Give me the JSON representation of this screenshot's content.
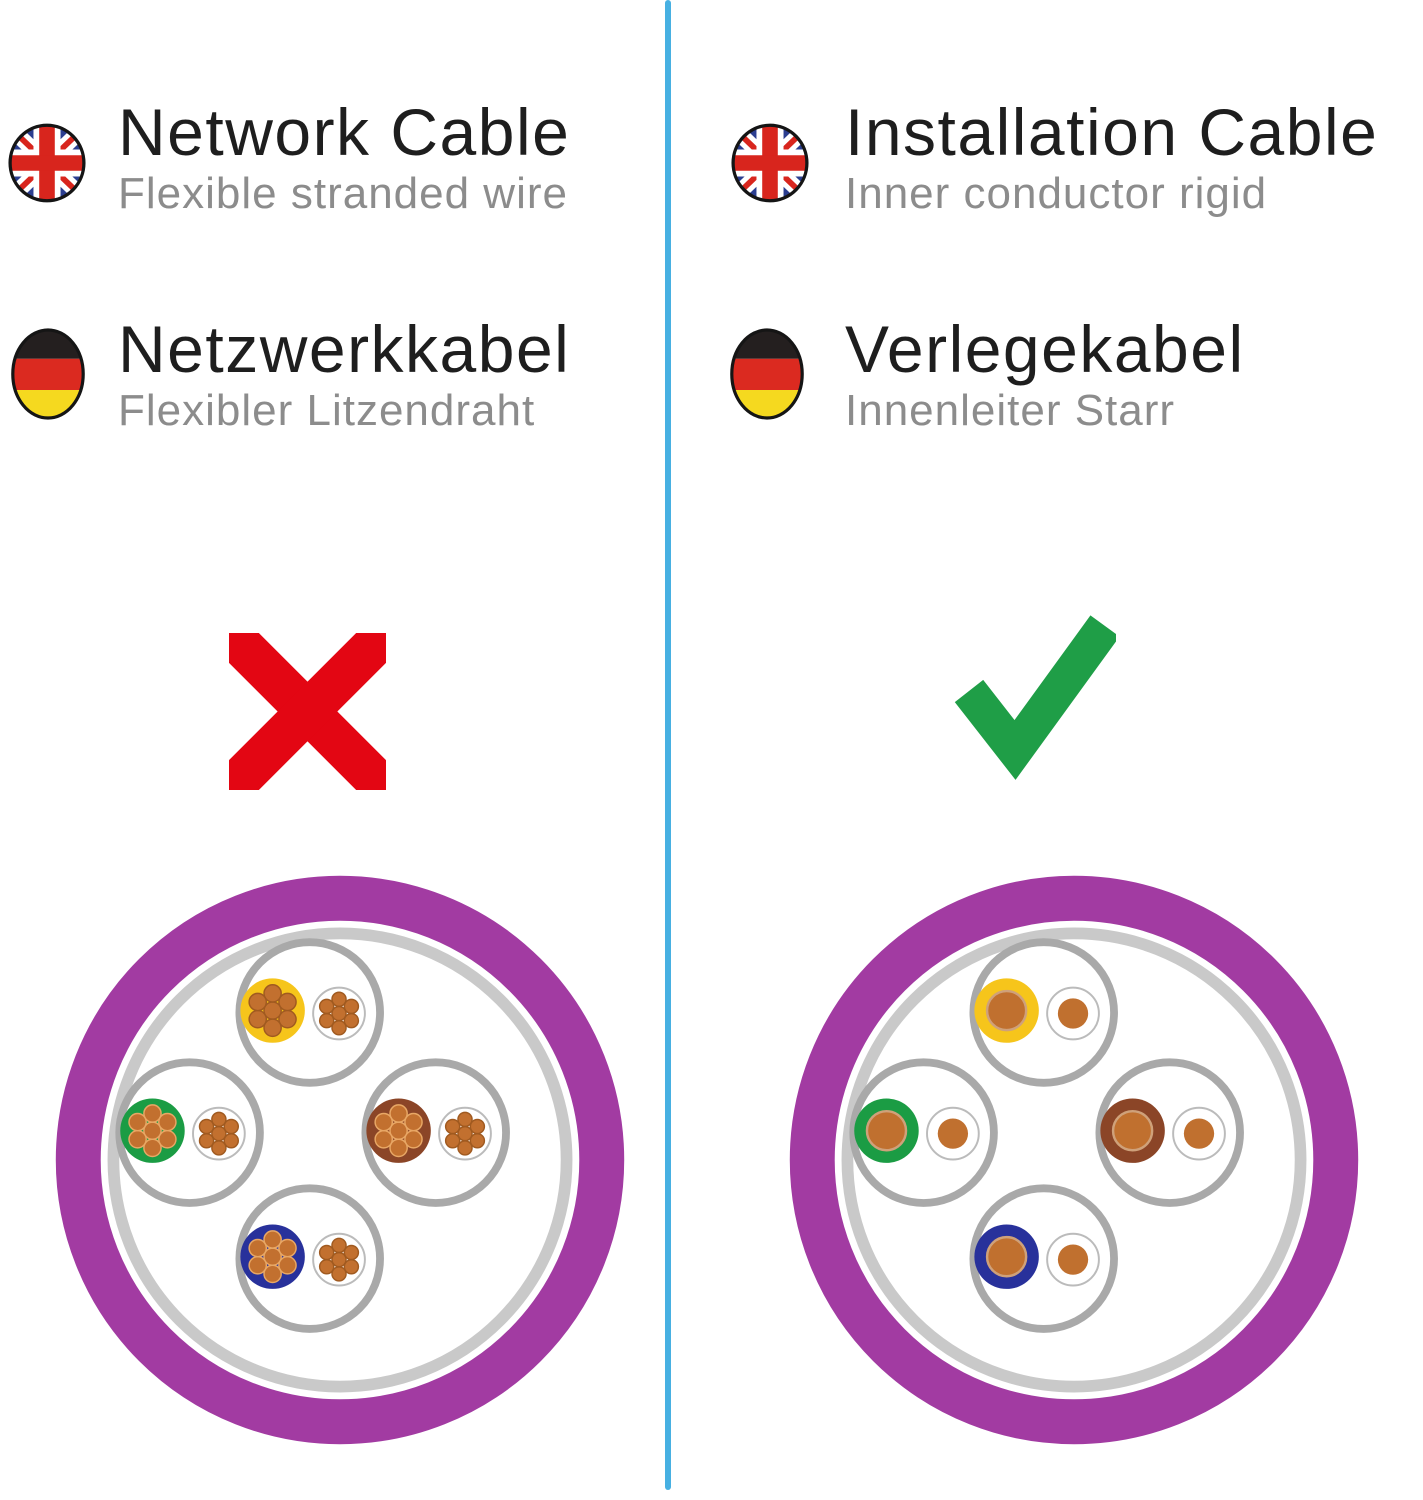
{
  "divider": {
    "color": "#47B0E2"
  },
  "text_colors": {
    "title": "#1E1E1E",
    "subtitle": "#8C8C8C"
  },
  "columns": {
    "left": {
      "en": {
        "title": "Network Cable",
        "subtitle": "Flexible stranded wire"
      },
      "de": {
        "title": "Netzwerkkabel",
        "subtitle": "Flexibler Litzendraht"
      },
      "verdict": "rejected",
      "verdict_icon": "red-cross-icon",
      "cable_variant": "stranded"
    },
    "right": {
      "en": {
        "title": "Installation Cable",
        "subtitle": "Inner conductor rigid"
      },
      "de": {
        "title": "Verlegekabel",
        "subtitle": "Innenleiter Starr"
      },
      "verdict": "approved",
      "verdict_icon": "green-check-icon",
      "cable_variant": "solid"
    }
  },
  "icons": {
    "cross_color": "#E30613",
    "check_color": "#1F9E47",
    "uk_flag": {
      "blue": "#2B3E90",
      "red": "#D8251D",
      "white": "#FFFFFF",
      "outline": "#151515"
    },
    "germany_flag": {
      "black": "#241F1F",
      "red": "#DB2A20",
      "gold": "#F5D91F",
      "outline": "#151515"
    }
  },
  "cable_diagram": {
    "jacket_color": "#A23BA2",
    "inner_background": "#FFFFFF",
    "shield_color": "#C9C9C9",
    "pair_outline_color": "#A9A9A9",
    "white_insulation_outline": "#BBBBBB",
    "strand_copper": "#C2702F",
    "solid_core_copper": "#C0702F",
    "solid_core_rim": "#CFA17A",
    "pairs": [
      {
        "color_name": "yellow",
        "insulation": "#F6C51B",
        "strand_edge": "#A05A20",
        "position": "top"
      },
      {
        "color_name": "green",
        "insulation": "#1B9C44",
        "strand_edge": "#E8A765",
        "position": "left"
      },
      {
        "color_name": "brown",
        "insulation": "#8B4527",
        "strand_edge": "#E8A765",
        "position": "right"
      },
      {
        "color_name": "blue",
        "insulation": "#28319B",
        "strand_edge": "#E8A765",
        "position": "bottom"
      }
    ]
  }
}
